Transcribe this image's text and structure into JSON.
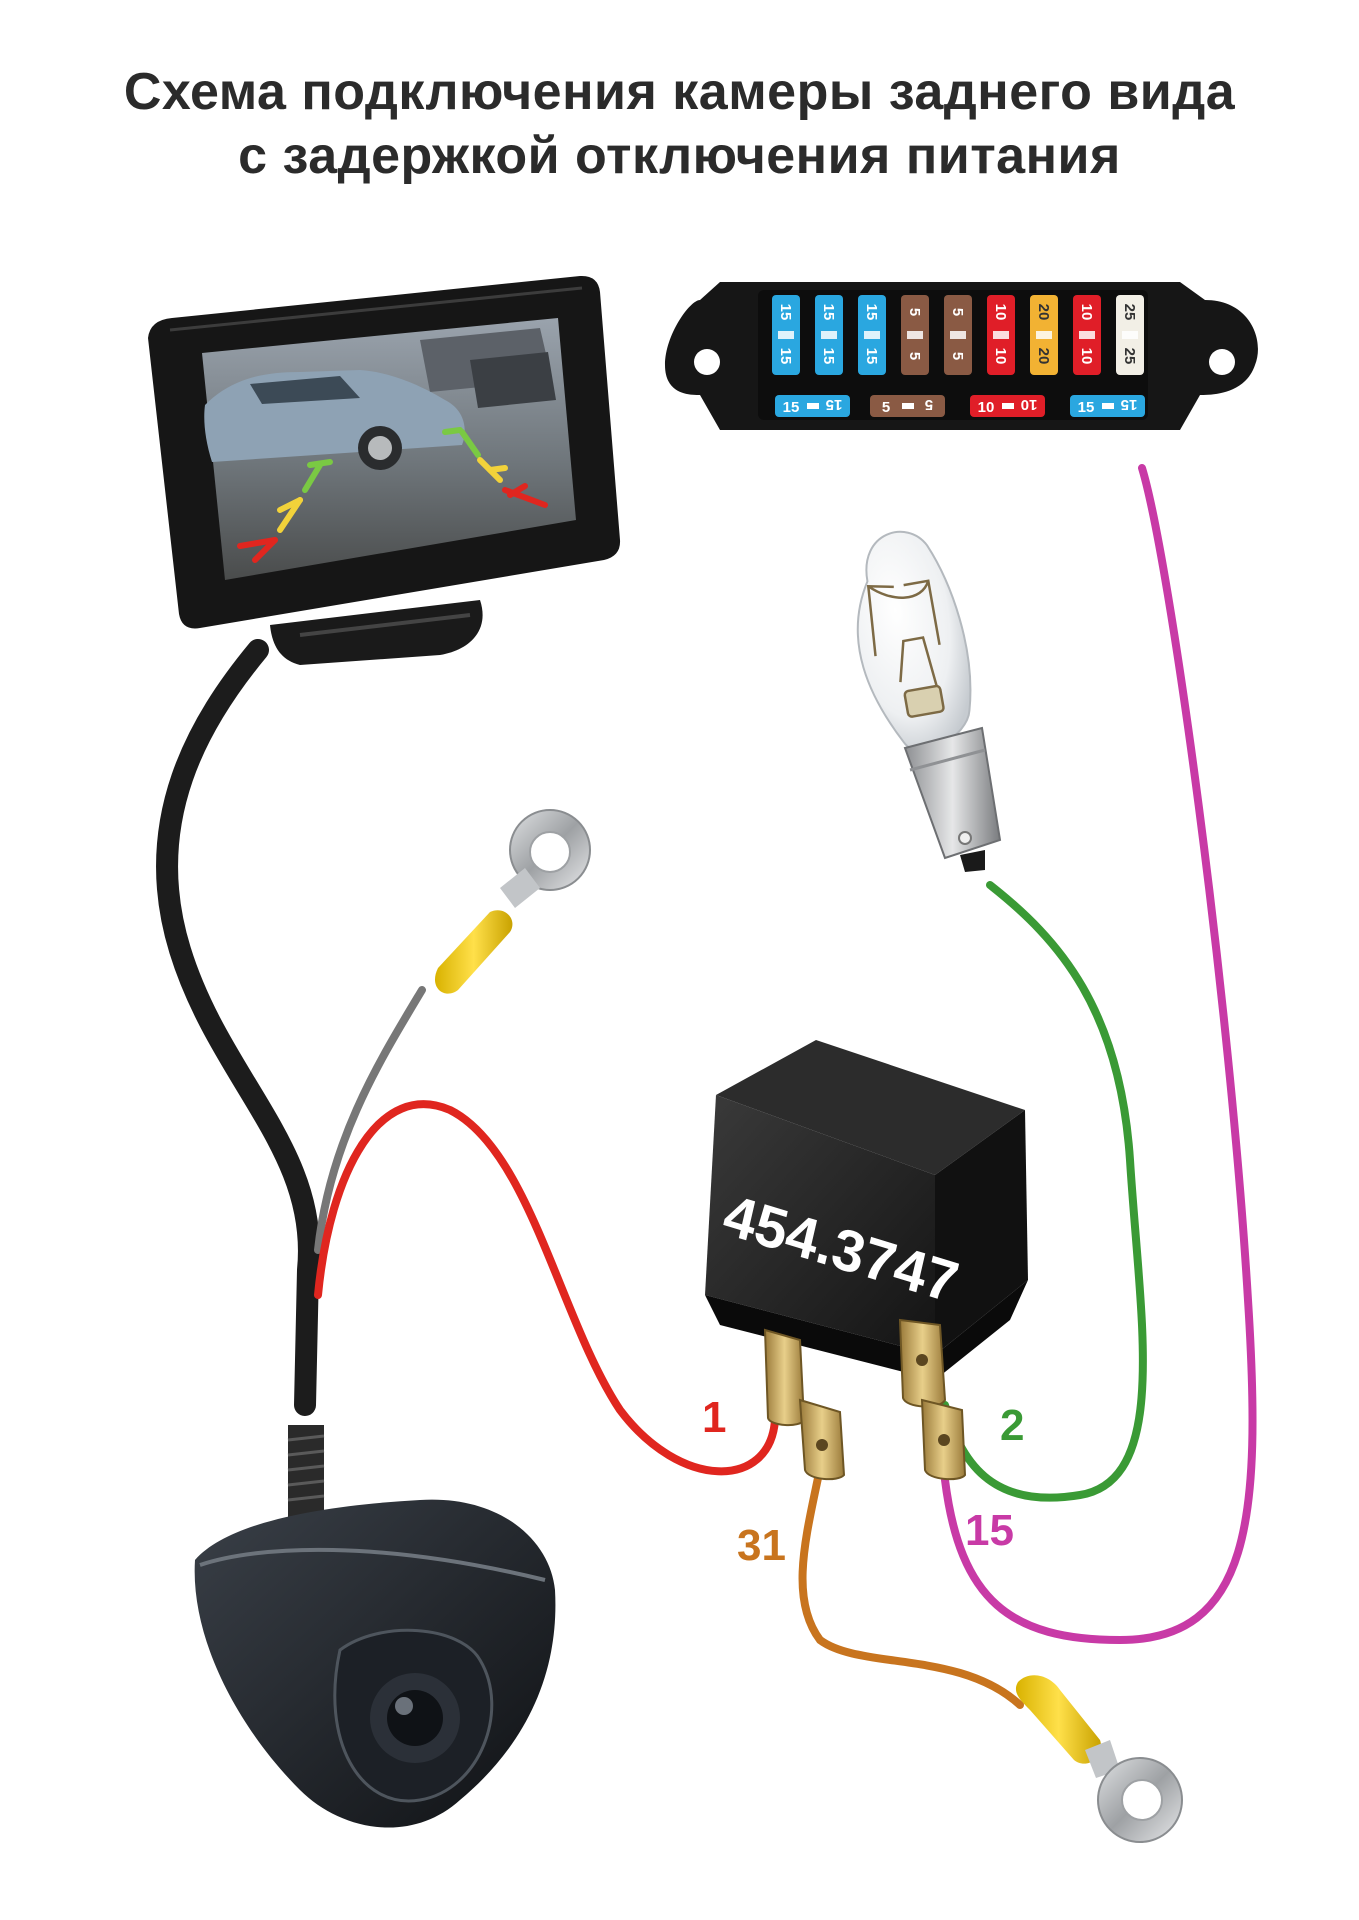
{
  "title": {
    "line1": "Схема подключения камеры заднего вида",
    "line2": "с задержкой отключения питания"
  },
  "relay": {
    "label": "454.3747"
  },
  "pins": {
    "p1": {
      "label": "1",
      "color": "#e0261f"
    },
    "p2": {
      "label": "2",
      "color": "#3a9a35"
    },
    "p31": {
      "label": "31",
      "color": "#c8741e"
    },
    "p15": {
      "label": "15",
      "color": "#c83aa6"
    }
  },
  "fuse_box": {
    "top_fuses": [
      {
        "value": "15",
        "color": "#2aa7e0"
      },
      {
        "value": "15",
        "color": "#2aa7e0"
      },
      {
        "value": "15",
        "color": "#2aa7e0"
      },
      {
        "value": "5",
        "color": "#8a5a44"
      },
      {
        "value": "5",
        "color": "#8a5a44"
      },
      {
        "value": "10",
        "color": "#e01e28"
      },
      {
        "value": "20",
        "color": "#f2b233"
      },
      {
        "value": "10",
        "color": "#e01e28"
      },
      {
        "value": "25",
        "color": "#f2efe6"
      }
    ],
    "bottom_fuses": [
      {
        "value": "15",
        "color": "#2aa7e0"
      },
      {
        "value": "5",
        "color": "#8a5a44"
      },
      {
        "value": "10",
        "color": "#e01e28"
      },
      {
        "value": "15",
        "color": "#2aa7e0"
      }
    ]
  },
  "wire_colors": {
    "video": "#1c1c1c",
    "ground_gray": "#777777",
    "red": "#e0261f",
    "green": "#3a9a35",
    "magenta": "#c83aa6",
    "orange": "#c8741e"
  }
}
